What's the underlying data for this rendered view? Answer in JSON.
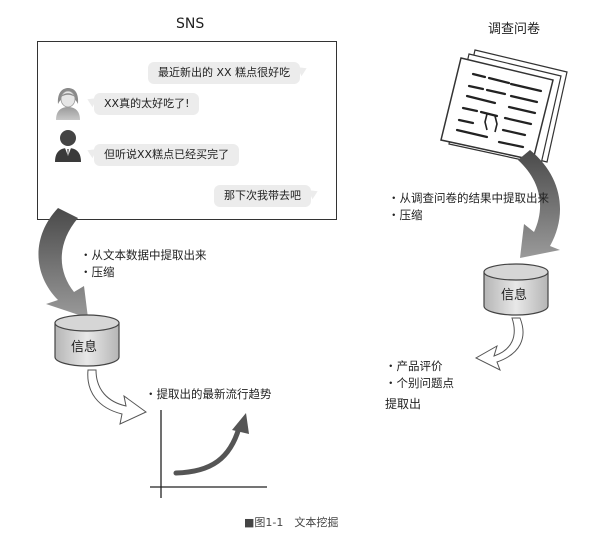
{
  "sns": {
    "title": "SNS",
    "messages": [
      {
        "text": "最近新出的 XX 糕点很好吃",
        "side": "right"
      },
      {
        "text": "XX真的太好吃了!",
        "side": "left"
      },
      {
        "text": "但听说XX糕点已经买完了",
        "side": "left"
      },
      {
        "text": "那下次我带去吧",
        "side": "right"
      }
    ]
  },
  "survey": {
    "title": "调查问卷"
  },
  "left_notes": [
    "・从文本数据中提取出来",
    "・压缩"
  ],
  "right_notes": [
    "・从调查问卷的结果中提取出来",
    "・压缩"
  ],
  "db_left_label": "信息",
  "db_right_label": "信息",
  "trend_note": "・提取出的最新流行趋势",
  "extract_items": [
    "・产品评价",
    "・个别问题点"
  ],
  "extract_label": "提取出",
  "caption": "■图1-1　文本挖掘"
}
